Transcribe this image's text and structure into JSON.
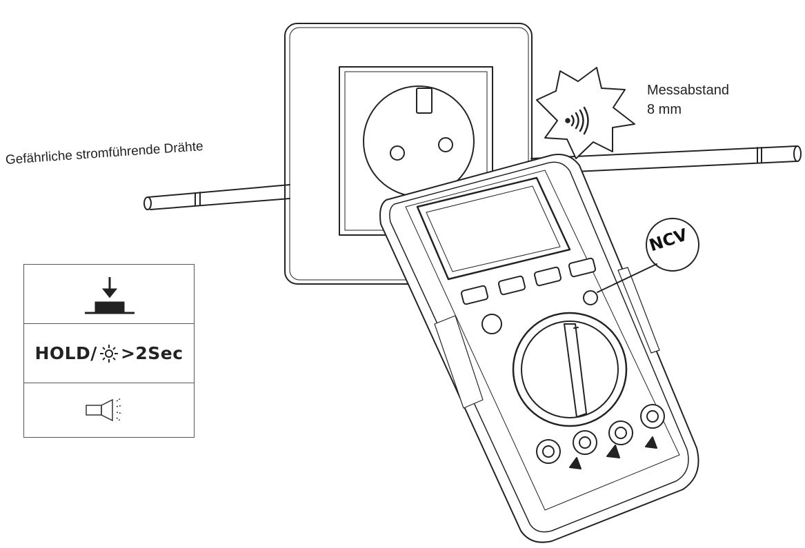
{
  "labels": {
    "wires": "Gefährliche stromführende Drähte",
    "distance_line1": "Messabstand",
    "distance_line2": "8 mm",
    "ncv": "NCV"
  },
  "legend": {
    "hold_prefix": "HOLD/",
    "hold_suffix": ">2Sec"
  },
  "icons": [
    "press-button-icon",
    "backlight-sun-icon",
    "flashlight-icon",
    "wireless-signal-icon"
  ],
  "colors": {
    "line": "#222222",
    "background": "#ffffff"
  }
}
